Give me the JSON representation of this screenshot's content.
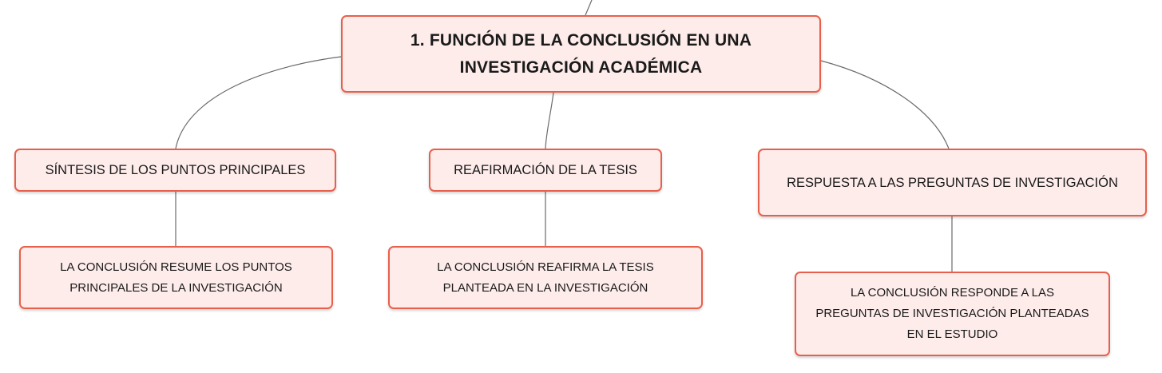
{
  "diagram": {
    "root": {
      "label": "1. FUNCIÓN DE LA CONCLUSIÓN EN UNA\nINVESTIGACIÓN ACADÉMICA"
    },
    "topics": [
      {
        "label": "SÍNTESIS DE LOS PUNTOS PRINCIPALES",
        "detail": "LA CONCLUSIÓN RESUME LOS PUNTOS\nPRINCIPALES DE LA INVESTIGACIÓN"
      },
      {
        "label": "REAFIRMACIÓN DE LA TESIS",
        "detail": "LA CONCLUSIÓN REAFIRMA LA TESIS\nPLANTEADA EN LA INVESTIGACIÓN"
      },
      {
        "label": "RESPUESTA A LAS PREGUNTAS DE INVESTIGACIÓN",
        "detail": "LA CONCLUSIÓN RESPONDE A LAS\nPREGUNTAS DE INVESTIGACIÓN PLANTEADAS\nEN EL ESTUDIO"
      }
    ],
    "colors": {
      "node_fill": "#fdecea",
      "node_border": "#e8604c",
      "connector": "#6b6b6b"
    }
  }
}
